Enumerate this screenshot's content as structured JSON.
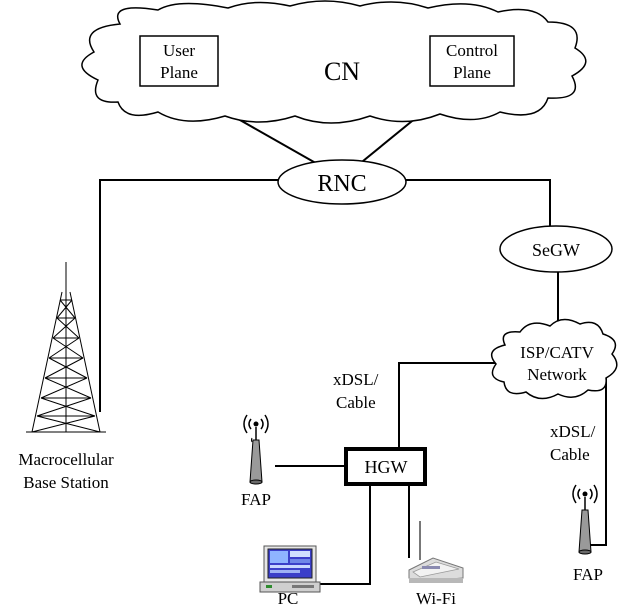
{
  "labels": {
    "cn": "CN",
    "user_plane": [
      "User",
      "Plane"
    ],
    "control_plane": [
      "Control",
      "Plane"
    ],
    "rnc": "RNC",
    "segw": "SeGW",
    "isp": [
      "ISP/CATV",
      "Network"
    ],
    "xdsl_left": [
      "xDSL/",
      "Cable"
    ],
    "xdsl_right": [
      "xDSL/",
      "Cable"
    ],
    "hgw": "HGW",
    "fap_left": "FAP",
    "fap_right": "FAP",
    "macro": [
      "Macrocellular",
      "Base Station"
    ],
    "pc": "PC",
    "wifi": "Wi-Fi"
  }
}
